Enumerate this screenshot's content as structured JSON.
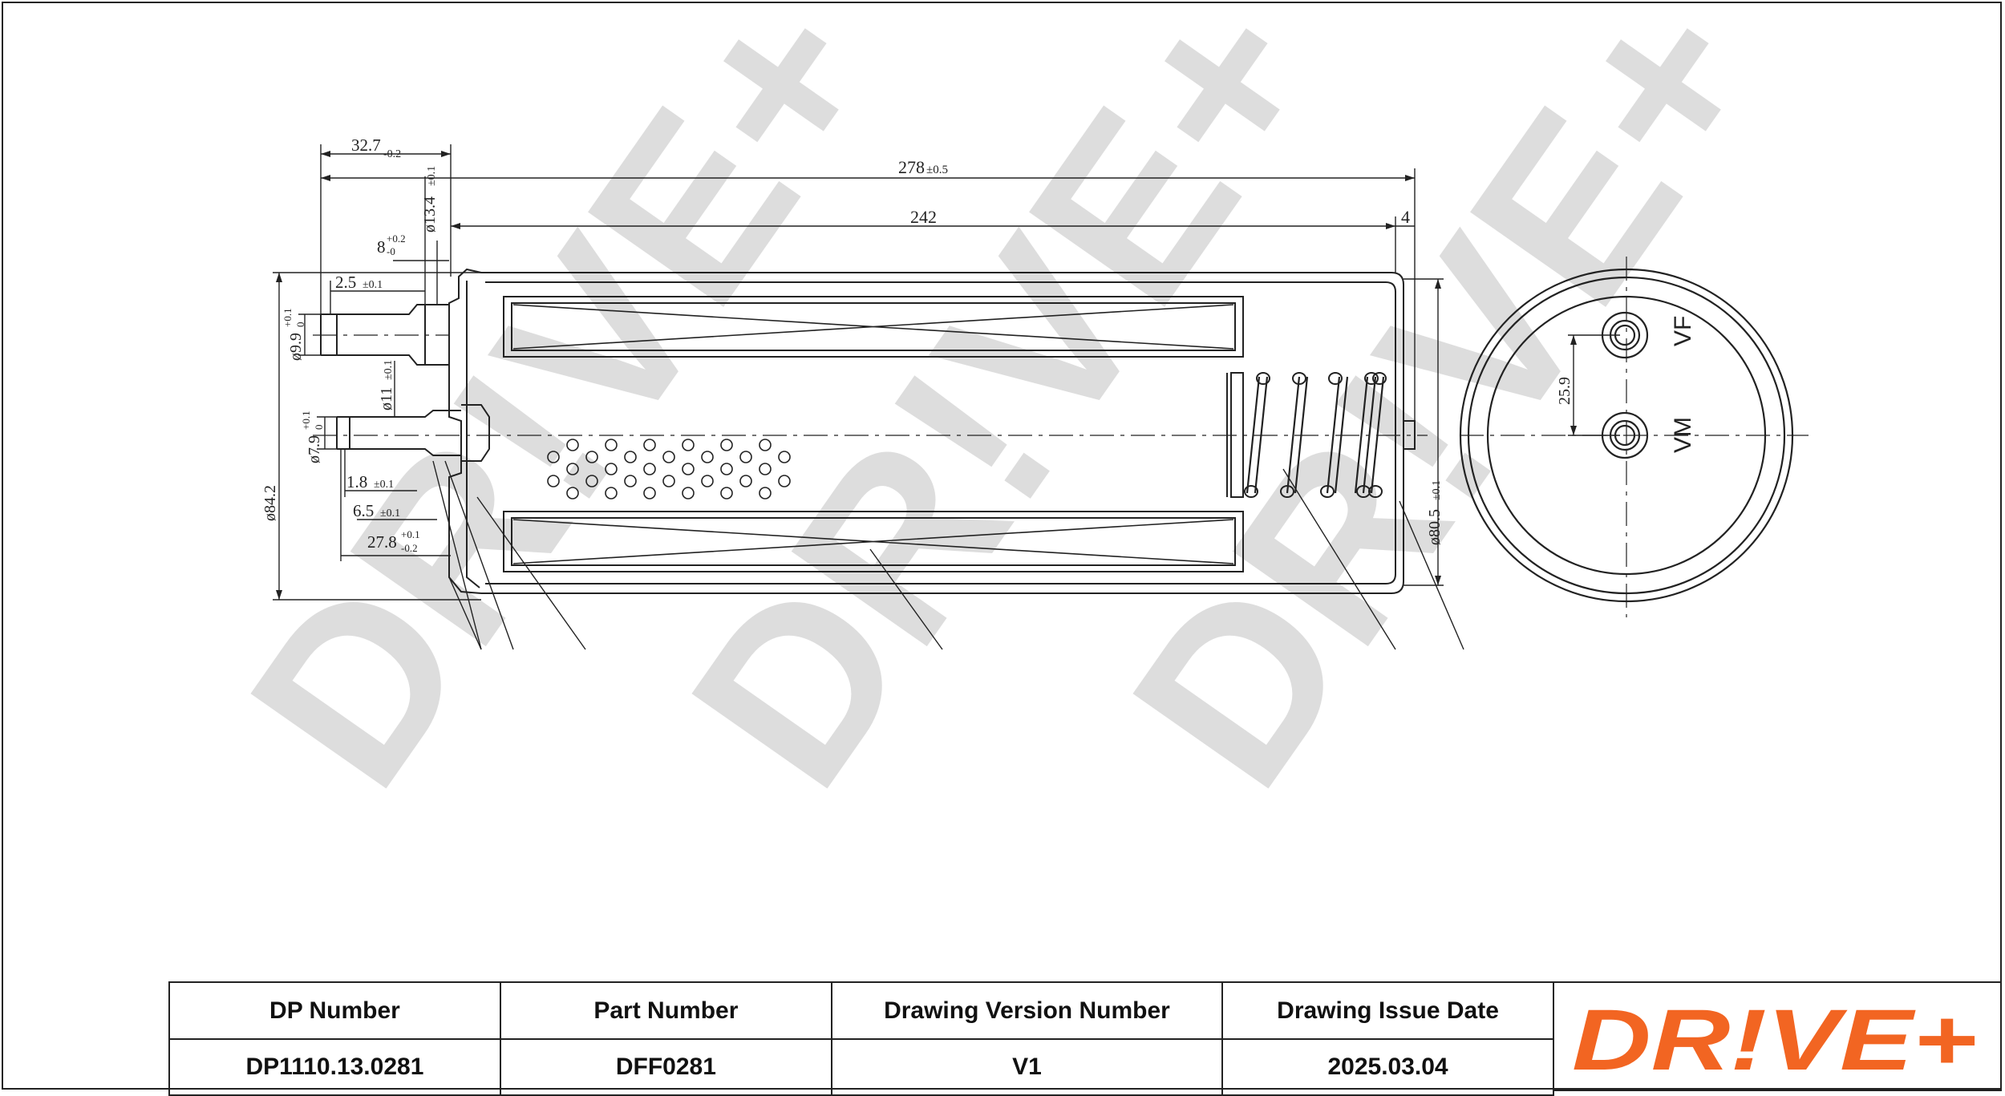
{
  "drawing": {
    "dimensions": {
      "overall_length": "278",
      "overall_length_tol": "±0.5",
      "body_length": "242",
      "end_offset": "4",
      "nipple_length": "32.7",
      "nipple_length_tol": "-0.2",
      "d_13_4": "ø13.4",
      "d_13_4_tol": "±0.1",
      "d8": "8",
      "d8_tol_upper": "+0.2",
      "d8_tol_lower": "-0",
      "d2_5": "2.5",
      "d2_5_tol": "±0.1",
      "d9_9": "ø9.9",
      "d9_9_tol_upper": "+0.1",
      "d9_9_tol_lower": "0",
      "d11": "ø11",
      "d11_tol": "±0.1",
      "d7_9": "ø7.9",
      "d7_9_tol_upper": "+0.1",
      "d7_9_tol_lower": "0",
      "d1_8": "1.8",
      "d1_8_tol": "±0.1",
      "d6_5": "6.5",
      "d6_5_tol": "±0.1",
      "d27_8": "27.8",
      "d27_8_tol_upper": "+0.1",
      "d27_8_tol_lower": "-0.2",
      "d84_2": "ø84.2",
      "d80_5": "ø80.5",
      "d80_5_tol": "±0.1",
      "d25_9": "25.9"
    },
    "port_labels": {
      "vf": "VF",
      "vm": "VM"
    },
    "watermark_text": "DR!VE+"
  },
  "title_block": {
    "headers": [
      "DP Number",
      "Part Number",
      "Drawing Version Number",
      "Drawing Issue Date"
    ],
    "values": [
      "DP1110.13.0281",
      "DFF0281",
      "V1",
      "2025.03.04"
    ]
  },
  "logo": {
    "text": "DR!VE+",
    "color": "#f26522"
  }
}
